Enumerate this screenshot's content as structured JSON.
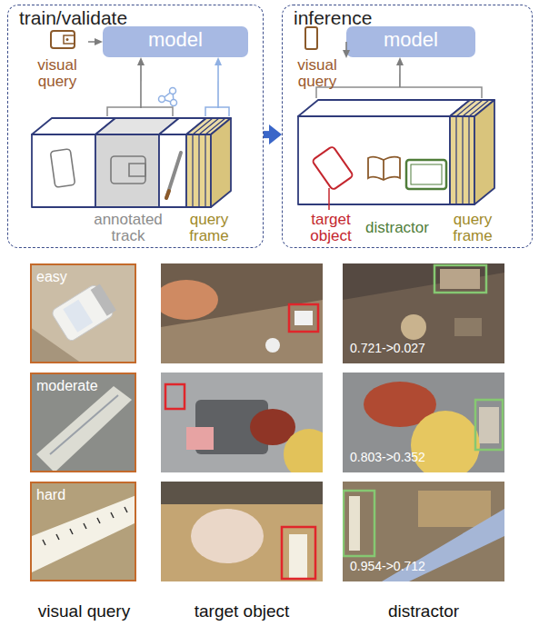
{
  "diagram": {
    "nodes": [
      {
        "text": [
          "train/validate"
        ]
      },
      {
        "text": [
          "visual query"
        ],
        "in": 0
      },
      {
        "text": [
          "model"
        ],
        "in": 0
      },
      {
        "text": [
          "annotated track",
          "query frame"
        ],
        "in": 0
      },
      {
        "text": [
          "inference"
        ]
      },
      {
        "text": [
          "visual query"
        ],
        "in": 4
      },
      {
        "text": [
          "model"
        ],
        "in": 4
      },
      {
        "text": [
          "target object",
          "distractor",
          "query frame"
        ],
        "in": 4
      },
      {
        "text": [
          "easy"
        ]
      },
      {
        "text": [
          "0.721->0.027"
        ]
      },
      {
        "text": [
          "moderate"
        ]
      },
      {
        "text": [
          "0.803->0.352"
        ]
      },
      {
        "text": [
          "hard"
        ]
      },
      {
        "text": [
          "0.954->0.712"
        ]
      }
    ],
    "edges": [
      {
        "from": 1,
        "to": 2,
        "arrow": "to"
      },
      {
        "from": 3,
        "to": 2,
        "arrow": "to"
      },
      {
        "from": 3,
        "to": 2,
        "arrow": "to"
      },
      {
        "from": 0,
        "to": 4,
        "arrow": "to"
      },
      {
        "from": 5,
        "to": 6,
        "arrow": "to"
      },
      {
        "from": 7,
        "to": 6,
        "arrow": "to"
      }
    ],
    "labels": [
      "visual query",
      "target object",
      "distractor"
    ]
  }
}
